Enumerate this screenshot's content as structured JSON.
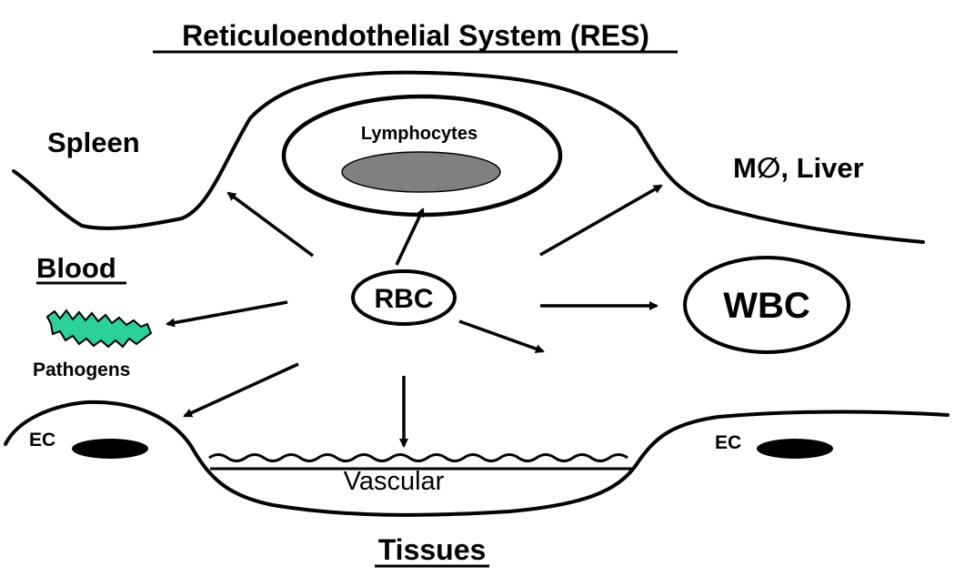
{
  "title": "Reticuloendothelial System (RES)",
  "labels": {
    "spleen": "Spleen",
    "lymphocytes": "Lymphocytes",
    "macrophage_liver": "M∅, Liver",
    "blood": "Blood",
    "rbc": "RBC",
    "wbc": "WBC",
    "pathogens": "Pathogens",
    "ec_left": "EC",
    "ec_right": "EC",
    "vascular": "Vascular",
    "tissues": "Tissues"
  },
  "colors": {
    "pathogen_fill": "#2bd19a",
    "lymph_core_fill": "#808080",
    "ec_nucleus_fill": "#000000"
  }
}
